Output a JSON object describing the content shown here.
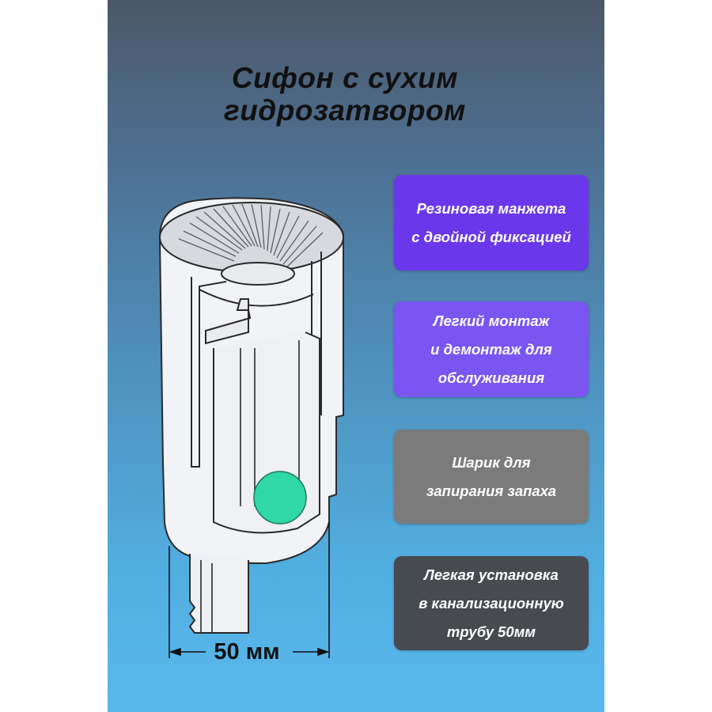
{
  "title": {
    "line1": "Сифон с сухим",
    "line2": "гидрозатвором"
  },
  "features": [
    {
      "line1": "Резиновая манжета",
      "line2": "с двойной фиксацией",
      "line3": "",
      "color": "#6a38ea"
    },
    {
      "line1": "Легкий монтаж",
      "line2": "и демонтаж для",
      "line3": "обслуживания",
      "color": "#7a55f2"
    },
    {
      "line1": "Шарик для",
      "line2": "запирания запаха",
      "line3": "",
      "color": "#7b7b7b"
    },
    {
      "line1": "Легкая установка",
      "line2": "в канализационную",
      "line3": "трубу 50мм",
      "color": "#474a4f"
    }
  ],
  "dimension_label": "50 мм",
  "colors": {
    "background_top": "#4c5868",
    "background_bottom": "#58b8ee",
    "ball": "#2fd8a4"
  },
  "icons": [
    "siphon-cutaway-illustration",
    "ball-icon",
    "dimension-arrow-icon"
  ]
}
